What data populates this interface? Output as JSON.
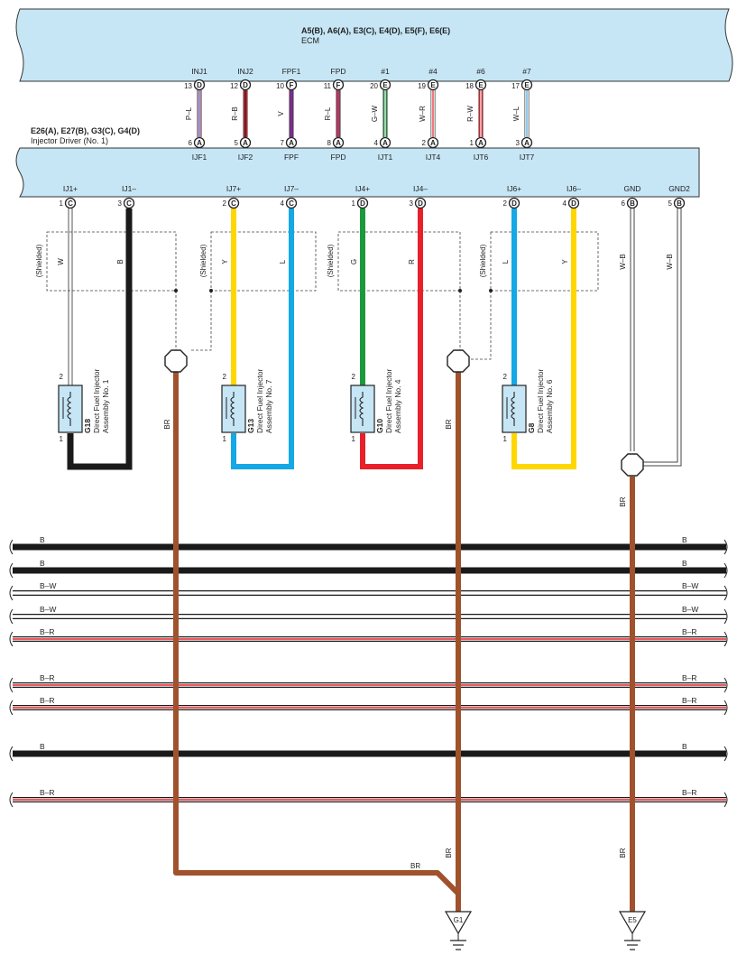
{
  "ecm": {
    "connectors": "A5(B), A6(A), E3(C), E4(D), E5(F), E6(E)",
    "name": "ECM",
    "pins": [
      {
        "label": "INJ1",
        "num": "13",
        "conn": "D",
        "wire": "P–L",
        "bottom_num": "6",
        "bottom_conn": "A",
        "bottom_label": "IJF1"
      },
      {
        "label": "INJ2",
        "num": "12",
        "conn": "D",
        "wire": "R–B",
        "bottom_num": "5",
        "bottom_conn": "A",
        "bottom_label": "IJF2"
      },
      {
        "label": "FPF1",
        "num": "10",
        "conn": "F",
        "wire": "V",
        "bottom_num": "7",
        "bottom_conn": "A",
        "bottom_label": "FPF"
      },
      {
        "label": "FPD",
        "num": "11",
        "conn": "F",
        "wire": "R–L",
        "bottom_num": "8",
        "bottom_conn": "A",
        "bottom_label": "FPD"
      },
      {
        "label": "#1",
        "num": "20",
        "conn": "E",
        "wire": "G–W",
        "bottom_num": "4",
        "bottom_conn": "A",
        "bottom_label": "IJT1"
      },
      {
        "label": "#4",
        "num": "19",
        "conn": "E",
        "wire": "W–R",
        "bottom_num": "2",
        "bottom_conn": "A",
        "bottom_label": "IJT4"
      },
      {
        "label": "#6",
        "num": "18",
        "conn": "E",
        "wire": "R–W",
        "bottom_num": "1",
        "bottom_conn": "A",
        "bottom_label": "IJT6"
      },
      {
        "label": "#7",
        "num": "17",
        "conn": "E",
        "wire": "W–L",
        "bottom_num": "3",
        "bottom_conn": "A",
        "bottom_label": "IJT7"
      }
    ]
  },
  "driver": {
    "connectors": "E26(A), E27(B), G3(C), G4(D)",
    "name": "Injector Driver (No. 1)",
    "pins": [
      {
        "label": "IJ1+",
        "num": "1",
        "conn": "C",
        "wire": "W"
      },
      {
        "label": "IJ1–",
        "num": "3",
        "conn": "C",
        "wire": "B"
      },
      {
        "label": "IJ7+",
        "num": "2",
        "conn": "C",
        "wire": "Y"
      },
      {
        "label": "IJ7–",
        "num": "4",
        "conn": "C",
        "wire": "L"
      },
      {
        "label": "IJ4+",
        "num": "1",
        "conn": "D",
        "wire": "G"
      },
      {
        "label": "IJ4–",
        "num": "3",
        "conn": "D",
        "wire": "R"
      },
      {
        "label": "IJ6+",
        "num": "2",
        "conn": "D",
        "wire": "L"
      },
      {
        "label": "IJ6–",
        "num": "4",
        "conn": "D",
        "wire": "Y"
      },
      {
        "label": "GND",
        "num": "6",
        "conn": "B",
        "wire": "W–B"
      },
      {
        "label": "GND2",
        "num": "5",
        "conn": "B",
        "wire": "W–B"
      }
    ]
  },
  "shielded_label": "(Shielded)",
  "injectors": [
    {
      "code": "G18",
      "line1": "Direct Fuel Injector",
      "line2": "Assembly No. 1",
      "pin_top": "2",
      "pin_bottom": "1"
    },
    {
      "code": "G13",
      "line1": "Direct Fuel Injector",
      "line2": "Assembly No. 7",
      "pin_top": "2",
      "pin_bottom": "1"
    },
    {
      "code": "G10",
      "line1": "Direct Fuel Injector",
      "line2": "Assembly No. 4",
      "pin_top": "2",
      "pin_bottom": "1"
    },
    {
      "code": "G8",
      "line1": "Direct Fuel Injector",
      "line2": "Assembly No. 6",
      "pin_top": "2",
      "pin_bottom": "1"
    }
  ],
  "ground_wire_label": "BR",
  "buses": [
    {
      "left": "B",
      "right": "B"
    },
    {
      "left": "B",
      "right": "B"
    },
    {
      "left": "B–W",
      "right": "B–W"
    },
    {
      "left": "B–W",
      "right": "B–W"
    },
    {
      "left": "B–R",
      "right": "B–R"
    },
    {
      "left": "B–R",
      "right": "B–R"
    },
    {
      "left": "B–R",
      "right": "B–R"
    },
    {
      "left": "B",
      "right": "B"
    },
    {
      "left": "B–R",
      "right": "B–R"
    }
  ],
  "grounds": [
    {
      "label": "G1"
    },
    {
      "label": "E5"
    }
  ],
  "colors": {
    "box_fill": "#c6e6f6",
    "black": "#1a1a1a",
    "brown": "#a0522d",
    "yellow": "#ffd700",
    "blue": "#14a8e6",
    "green": "#1a9a3c",
    "red": "#e8202a",
    "violet": "#7b2d8e",
    "pink": "#e58bb5"
  }
}
